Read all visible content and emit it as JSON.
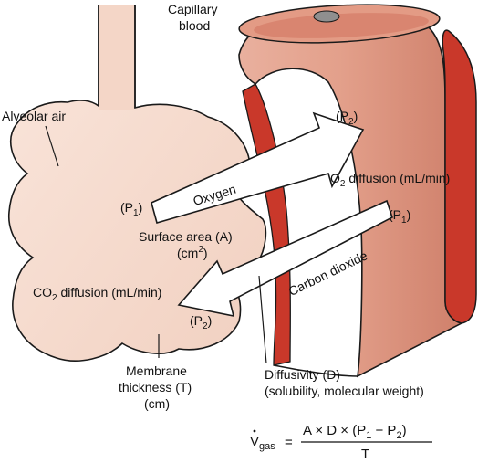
{
  "labels": {
    "capillary_line1": "Capillary",
    "capillary_line2": "blood",
    "alveolar_air": "Alveolar air",
    "p2_top_main": "(P",
    "p2_top_sub": "2",
    "p2_top_close": ")",
    "o2_prefix": "O",
    "o2_sub": "2",
    "o2_rest": " diffusion (mL/min)",
    "p1_left_main": "(P",
    "p1_left_sub": "1",
    "p1_left_close": ")",
    "oxygen": "Oxygen",
    "p1_right_main": "(P",
    "p1_right_sub": "1",
    "p1_right_close": ")",
    "surface_area_line1": "Surface area (A)",
    "surface_area_line2_main": "(cm",
    "surface_area_line2_sup": "2",
    "surface_area_line2_close": ")",
    "carbon_dioxide": "Carbon dioxide",
    "co2_prefix": "CO",
    "co2_sub": "2",
    "co2_rest": " diffusion (mL/min)",
    "p2_bottom_main": "(P",
    "p2_bottom_sub": "2",
    "p2_bottom_close": ")",
    "membrane_line1": "Membrane",
    "membrane_line2": "thickness (T)",
    "membrane_line3": "(cm)",
    "diffusivity_line1": "Diffusivity (D)",
    "diffusivity_line2": "(solubility, molecular weight)"
  },
  "formula": {
    "lhs_symbol": "V",
    "lhs_sub": "gas",
    "equals": "=",
    "numerator": "A × D × (P",
    "num_sub1": "1",
    "num_mid": " − P",
    "num_sub2": "2",
    "num_close": ")",
    "denominator": "T"
  },
  "colors": {
    "alveolus_fill": "#f6ddd0",
    "vessel_outer": "#e7aa97",
    "vessel_inner": "#c9382a",
    "outline": "#1a1a1a",
    "arrow_fill": "#ffffff"
  }
}
